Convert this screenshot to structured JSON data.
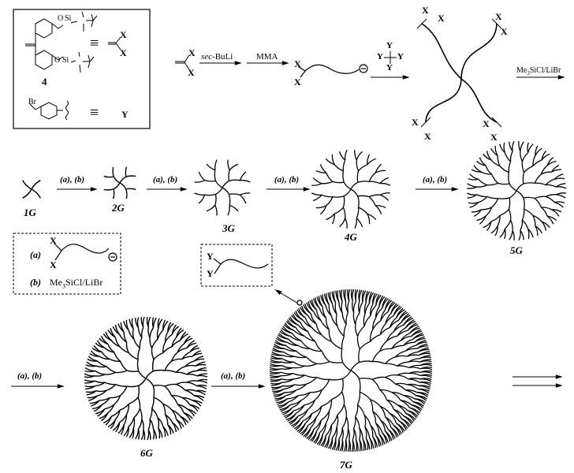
{
  "legend_box": {
    "compound_number": "4",
    "equiv_symbol": "≡",
    "x_label": "X",
    "y_label": "Y",
    "br_label": "Br",
    "o_label": "O",
    "si_label": "Si"
  },
  "top_scheme": {
    "step1_reagent": "sec-BuLi",
    "step2_reagent": "MMA",
    "coupling_agent_label": "Y",
    "step4_reagent": "Me3SiCl/LiBr",
    "x_label": "X"
  },
  "generation_steps_label": "(a), (b)",
  "generations": [
    "1G",
    "2G",
    "3G",
    "4G",
    "5G",
    "6G",
    "7G"
  ],
  "conditions_box": {
    "a_label": "(a)",
    "b_label": "(b)",
    "b_reagent": "Me3SiCl/LiBr",
    "x_label": "X"
  },
  "end_group_box": {
    "y_label": "Y"
  }
}
